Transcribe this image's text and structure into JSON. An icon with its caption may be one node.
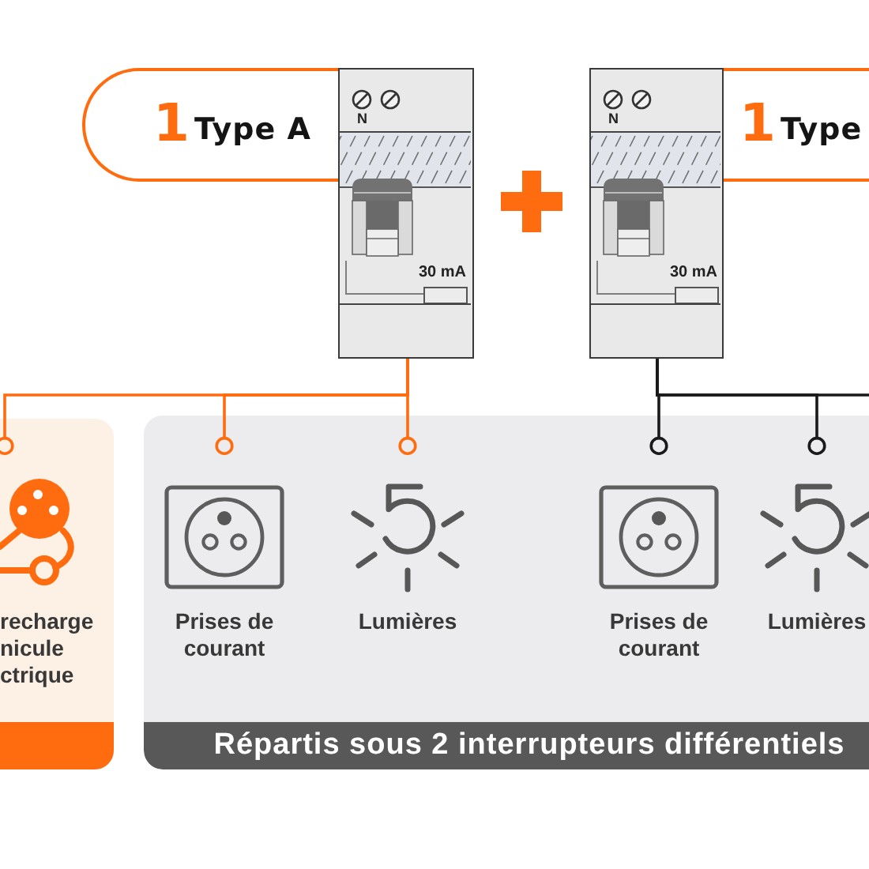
{
  "diagram": {
    "nodes": [
      {
        "text": [
          "1",
          "Type A"
        ]
      },
      {
        "text": [
          "N",
          "30 mA"
        ]
      },
      {
        "text": [
          "N",
          "30 mA"
        ]
      },
      {
        "text": [
          "1",
          "Type"
        ]
      },
      {
        "text": [
          "recharge nicule ctrique"
        ]
      },
      {
        "text": [
          "Répartis sous 2 interrupteurs différentiels"
        ]
      },
      {
        "text": [
          "Prises de courant"
        ],
        "in": 5
      },
      {
        "text": [
          "Lumières"
        ],
        "in": 5
      },
      {
        "text": [
          "Prises de courant"
        ],
        "in": 5
      },
      {
        "text": [
          "Lumières"
        ],
        "in": 5
      }
    ],
    "edges": [
      {
        "from": 1,
        "to": 4,
        "arrow": "other",
        "color": "#ff6b0f"
      },
      {
        "from": 1,
        "to": 6,
        "arrow": "other",
        "color": "#ff6b0f"
      },
      {
        "from": 1,
        "to": 7,
        "arrow": "other",
        "color": "#ff6b0f"
      },
      {
        "from": 2,
        "to": 8,
        "arrow": "other",
        "color": "#1a1a1a"
      },
      {
        "from": 2,
        "to": 9,
        "arrow": "other",
        "color": "#1a1a1a"
      },
      {
        "from": 2,
        "to": null,
        "arrow": "none",
        "color": "#1a1a1a"
      }
    ]
  }
}
